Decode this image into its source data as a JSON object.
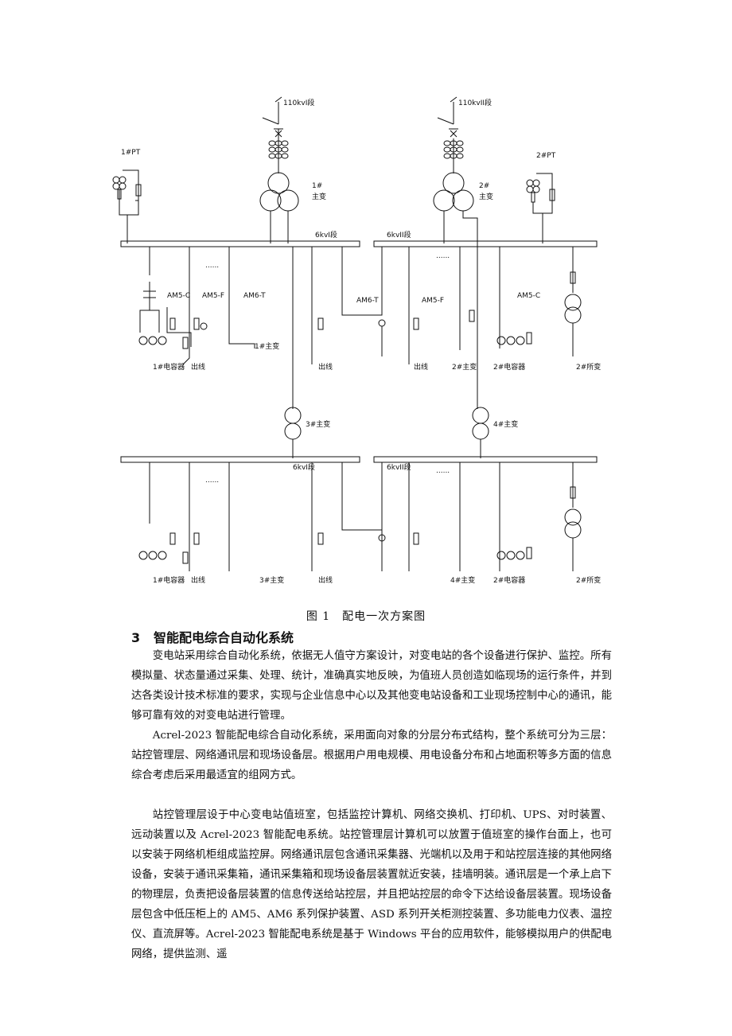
{
  "figure": {
    "caption": "图 1　配电一次方案图",
    "labels": {
      "incoming_1": "110kvI段",
      "incoming_2": "110kvII段",
      "pt_1": "1#PT",
      "pt_2": "2#PT",
      "main_tx_1": "1#",
      "main_tx_2": "2#",
      "main_tx_word": "主变",
      "bus_1": "6kvI段",
      "bus_2": "6kvII段",
      "bus_3": "6kvI段",
      "bus_4": "6kvII段",
      "ct_tag": "AM5-C",
      "ct_tag_f": "AM5-F",
      "ct_tag_t": "AM6-T",
      "ct_tag_c": "AM5-C",
      "bottom_1a": "1#电容器",
      "bottom_1b": "出线",
      "bottom_1c": "1#主变",
      "bottom_1d": "出线",
      "bottom_1e": "出线",
      "bottom_1f": "2#主变",
      "bottom_1g": "2#电容器",
      "bottom_1h": "2#所变",
      "tx3": "3#主变",
      "tx4": "4#主变",
      "bottom_2a": "1#电容器",
      "bottom_2b": "出线",
      "bottom_2c": "3#主变",
      "bottom_2d": "出线",
      "bottom_2e": "4#主变",
      "bottom_2f": "2#电容器",
      "bottom_2g": "2#所变",
      "dots": "......"
    }
  },
  "section": {
    "number": "3",
    "title": "智能配电综合自动化系统"
  },
  "paragraphs": [
    "变电站采用综合自动化系统，依据无人值守方案设计，对变电站的各个设备进行保护、监控。所有模拟量、状态量通过采集、处理、统计，准确真实地反映，为值班人员创造如临现场的运行条件，并到达各类设计技术标准的要求，实现与企业信息中心以及其他变电站设备和工业现场控制中心的通讯，能够可靠有效的对变电站进行管理。",
    "Acrel-2023 智能配电综合自动化系统，采用面向对象的分层分布式结构，整个系统可分为三层：站控管理层、网络通讯层和现场设备层。根据用户用电规模、用电设备分布和占地面积等多方面的信息综合考虑后采用最适宜的组网方式。",
    "站控管理层设于中心变电站值班室，包括监控计算机、网络交换机、打印机、UPS、对时装置、远动装置以及 Acrel-2023 智能配电系统。站控管理层计算机可以放置于值班室的操作台面上，也可以安装于网络机柜组成监控屏。网络通讯层包含通讯采集器、光端机以及用于和站控层连接的其他网络设备，安装于通讯采集箱，通讯采集箱和现场设备层装置就近安装，挂墙明装。通讯层是一个承上启下的物理层，负责把设备层装置的信息传送给站控层，并且把站控层的命令下达给设备层装置。现场设备层包含中低压柜上的 AM5、AM6 系列保护装置、ASD 系列开关柜测控装置、多功能电力仪表、温控仪、直流屏等。Acrel-2023 智能配电系统是基于 Windows 平台的应用软件，能够模拟用户的供配电网络，提供监测、遥"
  ]
}
